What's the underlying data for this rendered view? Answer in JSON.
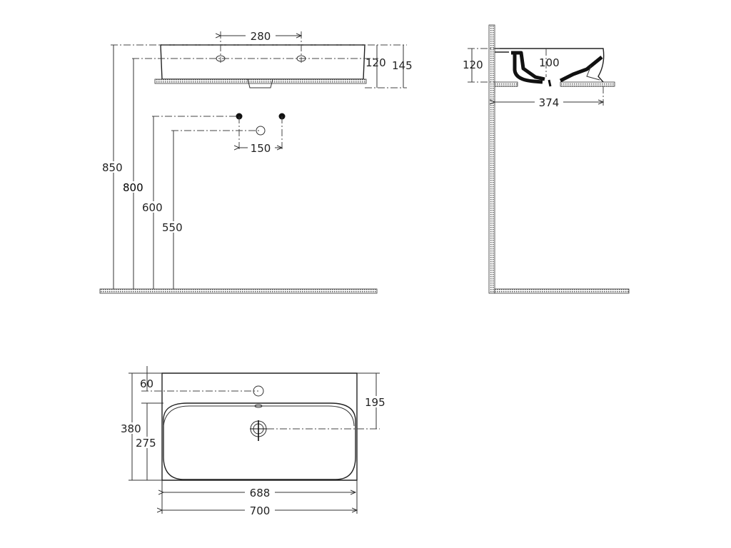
{
  "front_view": {
    "dims": {
      "tap_hole_spacing": "280",
      "bowl_height_inner": "120",
      "bowl_height_outer": "145",
      "height_top": "850",
      "height_mount": "800",
      "height_supply": "600",
      "height_drain": "550",
      "supply_spacing": "150"
    }
  },
  "side_view": {
    "dims": {
      "wall_height": "120",
      "bowl_depth": "100",
      "projection": "374"
    }
  },
  "top_view": {
    "dims": {
      "tap_offset": "60",
      "drain_offset": "195",
      "total_depth": "380",
      "bowl_depth": "275",
      "bowl_width": "688",
      "total_width": "700"
    }
  }
}
